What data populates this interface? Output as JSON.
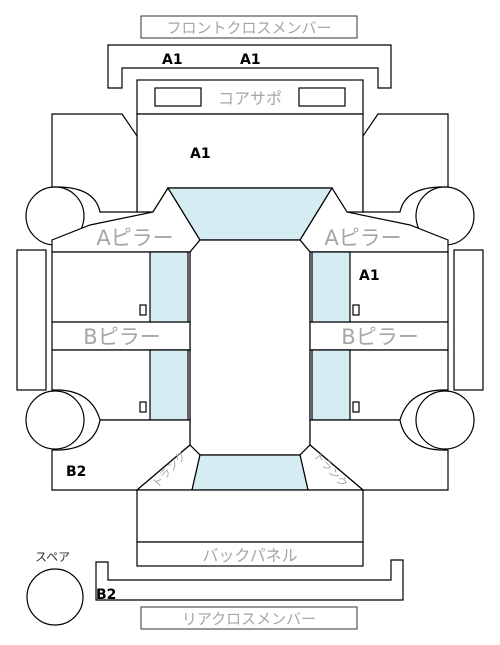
{
  "labels": {
    "front_cross_member": "フロントクロスメンバー",
    "core_support": "コアサポ",
    "a_pillar_left": "Aピラー",
    "a_pillar_right": "Aピラー",
    "b_pillar_left": "Bピラー",
    "b_pillar_right": "Bピラー",
    "back_panel": "バックパネル",
    "rear_cross_member": "リアクロスメンバー",
    "spare": "スペア",
    "trunk_left": "トランク",
    "trunk_right": "トランク"
  },
  "codes": {
    "front_member_left": "A1",
    "front_member_right": "A1",
    "hood_area": "A1",
    "right_side": "A1",
    "rear_left": "B2",
    "rear_member": "B2"
  },
  "colors": {
    "glass": "#d6ecf3",
    "label_text": "#a6a6a6"
  }
}
